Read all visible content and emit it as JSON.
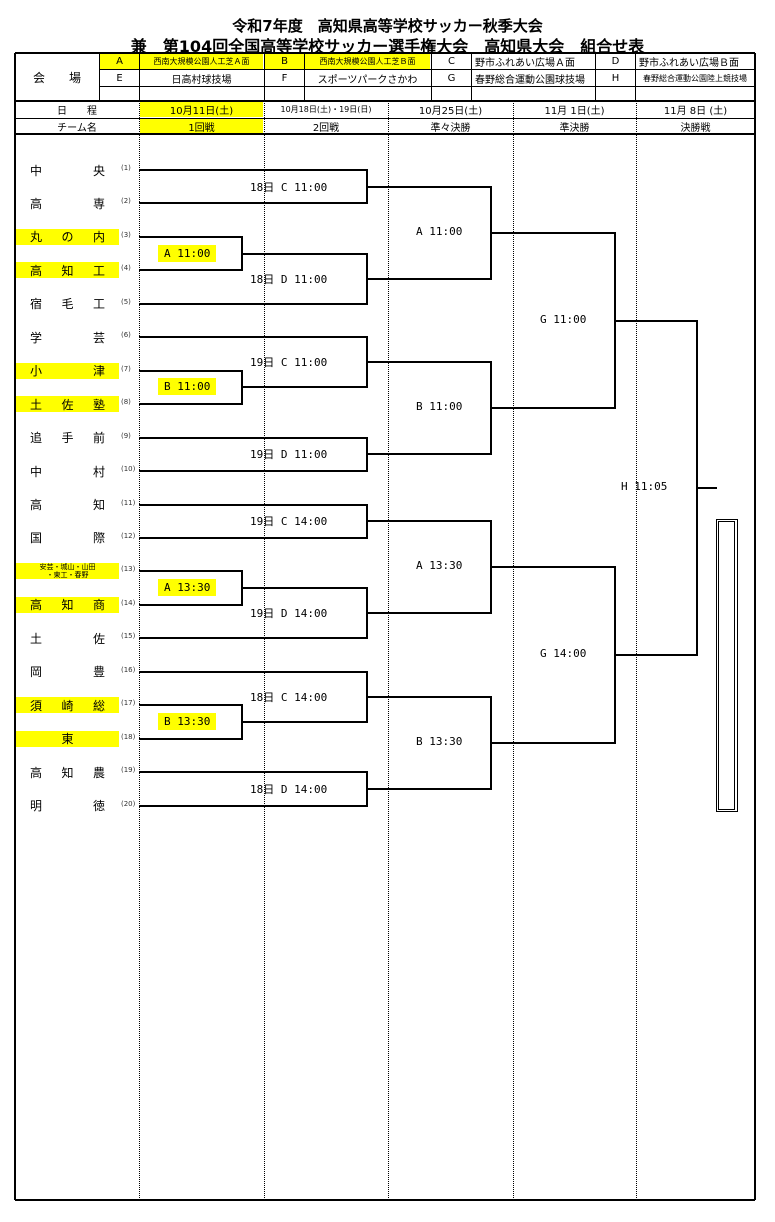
{
  "title": {
    "line1": "令和7年度　高知県高等学校サッカー秋季大会",
    "line2": "兼　第104回全国高等学校サッカー選手権大会　高知県大会　組合せ表"
  },
  "venues": {
    "label": "会　　場",
    "items": [
      {
        "code": "A",
        "name": "西南大規模公園人工芝Ａ面",
        "highlight": true
      },
      {
        "code": "B",
        "name": "西南大規模公園人工芝Ｂ面",
        "highlight": true
      },
      {
        "code": "C",
        "name": "野市ふれあい広場Ａ面",
        "highlight": false
      },
      {
        "code": "D",
        "name": "野市ふれあい広場Ｂ面",
        "highlight": false
      },
      {
        "code": "E",
        "name": "日高村球技場",
        "highlight": false
      },
      {
        "code": "F",
        "name": "スポーツパークさかわ",
        "highlight": false
      },
      {
        "code": "G",
        "name": "春野総合運動公園球技場",
        "highlight": false
      },
      {
        "code": "H",
        "name": "春野総合運動公園陸上競技場",
        "highlight": false
      }
    ]
  },
  "schedule": {
    "date_label": "日　　程",
    "team_label": "チーム名",
    "rounds": [
      {
        "date": "10月11日(土)",
        "name": "1回戦",
        "highlight": true
      },
      {
        "date": "10月18日(土)・19日(日)",
        "name": "2回戦",
        "highlight": false
      },
      {
        "date": "10月25日(土)",
        "name": "準々決勝",
        "highlight": false
      },
      {
        "date": "11月 1日(土)",
        "name": "準決勝",
        "highlight": false
      },
      {
        "date": "11月 8日 (土)",
        "name": "決勝戦",
        "highlight": false
      }
    ]
  },
  "teams": [
    {
      "seed": "(1)",
      "chars": [
        "中",
        "央"
      ],
      "highlight": false
    },
    {
      "seed": "(2)",
      "chars": [
        "高",
        "専"
      ],
      "highlight": false
    },
    {
      "seed": "(3)",
      "chars": [
        "丸",
        "の",
        "内"
      ],
      "highlight": true
    },
    {
      "seed": "(4)",
      "chars": [
        "高",
        "知",
        "工"
      ],
      "highlight": true
    },
    {
      "seed": "(5)",
      "chars": [
        "宿",
        "毛",
        "工"
      ],
      "highlight": false
    },
    {
      "seed": "(6)",
      "chars": [
        "学",
        "芸"
      ],
      "highlight": false
    },
    {
      "seed": "(7)",
      "chars": [
        "小",
        "津"
      ],
      "highlight": true
    },
    {
      "seed": "(8)",
      "chars": [
        "土",
        "佐",
        "塾"
      ],
      "highlight": true
    },
    {
      "seed": "(9)",
      "chars": [
        "追",
        "手",
        "前"
      ],
      "highlight": false
    },
    {
      "seed": "(10)",
      "chars": [
        "中",
        "村"
      ],
      "highlight": false
    },
    {
      "seed": "(11)",
      "chars": [
        "高",
        "知"
      ],
      "highlight": false
    },
    {
      "seed": "(12)",
      "chars": [
        "国",
        "際"
      ],
      "highlight": false
    },
    {
      "seed": "(13)",
      "chars": [],
      "multiline": [
        "安芸・城山・山田",
        "・東工・春野"
      ],
      "highlight": true
    },
    {
      "seed": "(14)",
      "chars": [
        "高",
        "知",
        "商"
      ],
      "highlight": true
    },
    {
      "seed": "(15)",
      "chars": [
        "土",
        "佐"
      ],
      "highlight": false
    },
    {
      "seed": "(16)",
      "chars": [
        "岡",
        "豊"
      ],
      "highlight": false
    },
    {
      "seed": "(17)",
      "chars": [
        "須",
        "崎",
        "総"
      ],
      "highlight": true
    },
    {
      "seed": "(18)",
      "chars": [
        "東"
      ],
      "highlight": true
    },
    {
      "seed": "(19)",
      "chars": [
        "高",
        "知",
        "農"
      ],
      "highlight": false
    },
    {
      "seed": "(20)",
      "chars": [
        "明",
        "徳"
      ],
      "highlight": false
    }
  ],
  "matches": {
    "round1": [
      {
        "label": "A  11:00",
        "seeds": [
          3,
          4
        ]
      },
      {
        "label": "B  11:00",
        "seeds": [
          7,
          8
        ]
      },
      {
        "label": "A  13:30",
        "seeds": [
          13,
          14
        ]
      },
      {
        "label": "B  13:30",
        "seeds": [
          17,
          18
        ]
      }
    ],
    "round2": [
      {
        "label": "18日  C  11:00"
      },
      {
        "label": "18日  D  11:00"
      },
      {
        "label": "19日  C  11:00"
      },
      {
        "label": "19日  D  11:00"
      },
      {
        "label": "19日  C  14:00"
      },
      {
        "label": "19日  D  14:00"
      },
      {
        "label": "18日  C  14:00"
      },
      {
        "label": "18日  D  14:00"
      }
    ],
    "quarterfinal": [
      {
        "label": "A  11:00"
      },
      {
        "label": "B  11:00"
      },
      {
        "label": "A  13:30"
      },
      {
        "label": "B  13:30"
      }
    ],
    "semifinal": [
      {
        "label": "G  11:00"
      },
      {
        "label": "G  14:00"
      }
    ],
    "final": {
      "label": "H 11:05"
    }
  }
}
